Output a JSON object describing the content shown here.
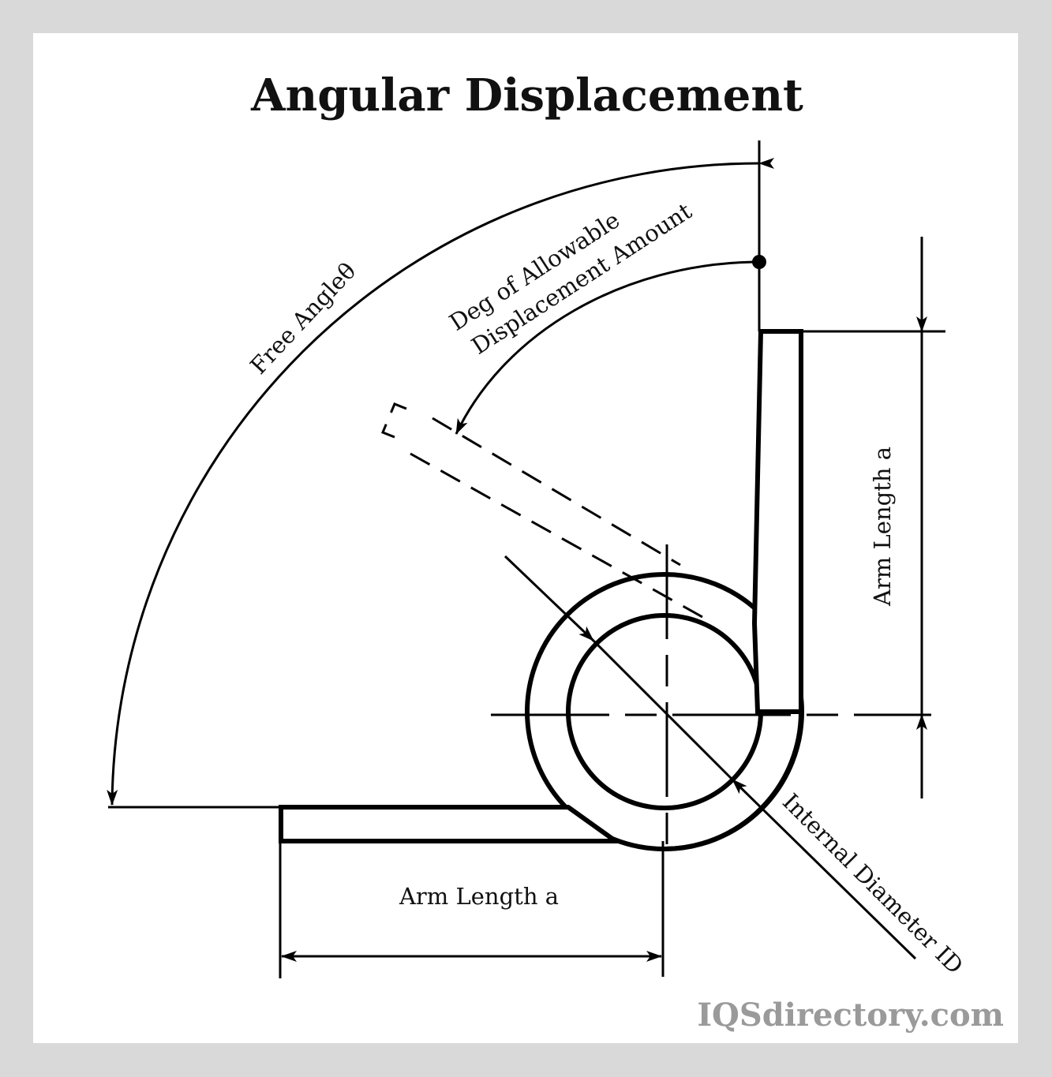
{
  "title": "Angular Displacement",
  "labels": {
    "free_angle": "Free Angleθ",
    "deg_line1": "Deg of Allowable",
    "deg_line2": "Displacement Amount",
    "arm_length_vertical": "Arm Length a",
    "arm_length_horizontal": "Arm Length a",
    "internal_diameter": "Internal Diameter ID"
  },
  "watermark": "IQSdirectory.com"
}
